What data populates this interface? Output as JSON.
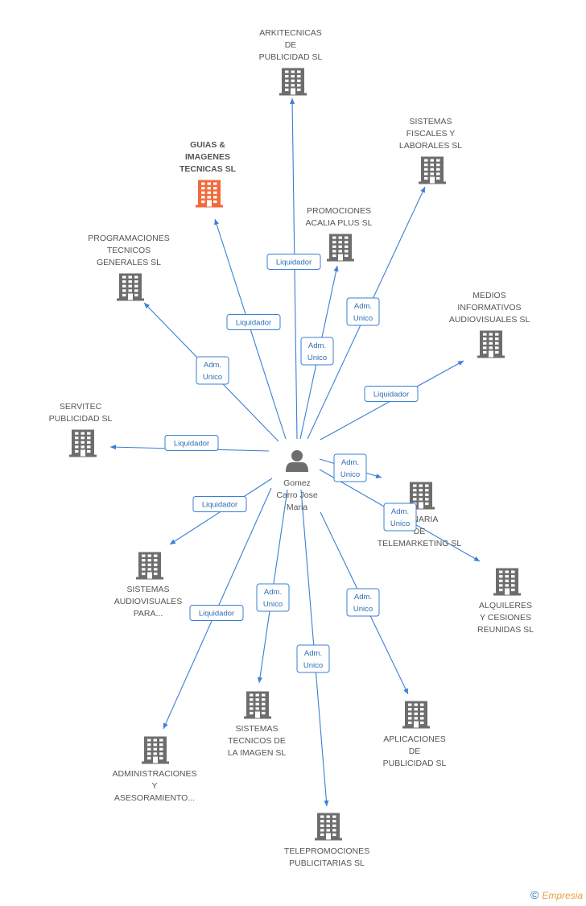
{
  "center": {
    "lines": [
      "Gomez",
      "Carro Jose",
      "Maria"
    ]
  },
  "colors": {
    "edge": "#3a7fd5",
    "building": "#6d6d6d",
    "highlight": "#f26a3a",
    "label": "#555555"
  },
  "companies": [
    {
      "id": "arkitecnicas",
      "lines": [
        "ARKITECNICAS",
        "DE",
        "PUBLICIDAD SL"
      ],
      "highlight": false
    },
    {
      "id": "sistemas-fiscales",
      "lines": [
        "SISTEMAS",
        "FISCALES Y",
        "LABORALES SL"
      ],
      "highlight": false
    },
    {
      "id": "guias-imagenes",
      "lines": [
        "GUIAS &",
        "IMAGENES",
        "TECNICAS SL"
      ],
      "highlight": true
    },
    {
      "id": "promociones-acalia",
      "lines": [
        "PROMOCIONES",
        "ACALIA PLUS SL"
      ],
      "highlight": false
    },
    {
      "id": "programaciones-tecnicos",
      "lines": [
        "PROGRAMACIONES",
        "TECNICOS",
        "GENERALES SL"
      ],
      "highlight": false
    },
    {
      "id": "medios-informativos",
      "lines": [
        "MEDIOS",
        "INFORMATIVOS",
        "AUDIOVISUALES SL"
      ],
      "highlight": false
    },
    {
      "id": "servitec",
      "lines": [
        "SERVITEC",
        "PUBLICIDAD SL"
      ],
      "highlight": false
    },
    {
      "id": "canaria-telemarketing",
      "lines": [
        "CANARIA",
        "DE",
        "TELEMARKETING SL"
      ],
      "highlight": false
    },
    {
      "id": "sistemas-audiovisuales",
      "lines": [
        "SISTEMAS",
        "AUDIOVISUALES",
        "PARA..."
      ],
      "highlight": false
    },
    {
      "id": "alquileres-cesiones",
      "lines": [
        "ALQUILERES",
        "Y CESIONES",
        "REUNIDAS SL"
      ],
      "highlight": false
    },
    {
      "id": "sistemas-tecnicos-imagen",
      "lines": [
        "SISTEMAS",
        "TECNICOS DE",
        "LA IMAGEN SL"
      ],
      "highlight": false
    },
    {
      "id": "aplicaciones-publicidad",
      "lines": [
        "APLICACIONES",
        "DE",
        "PUBLICIDAD SL"
      ],
      "highlight": false
    },
    {
      "id": "administraciones",
      "lines": [
        "ADMINISTRACIONES",
        "Y",
        "ASESORAMIENTO..."
      ],
      "highlight": false
    },
    {
      "id": "telepromociones",
      "lines": [
        "TELEPROMOCIONES",
        "PUBLICITARIAS SL"
      ],
      "highlight": false
    }
  ],
  "relations": [
    {
      "to": "arkitecnicas",
      "lines": [
        "Liquidador"
      ]
    },
    {
      "to": "sistemas-fiscales",
      "lines": [
        "Adm.",
        "Unico"
      ]
    },
    {
      "to": "guias-imagenes",
      "lines": [
        "Liquidador"
      ]
    },
    {
      "to": "promociones-acalia",
      "lines": [
        "Adm.",
        "Unico"
      ]
    },
    {
      "to": "programaciones-tecnicos",
      "lines": [
        "Adm.",
        "Unico"
      ]
    },
    {
      "to": "medios-informativos",
      "lines": [
        "Liquidador"
      ]
    },
    {
      "to": "servitec",
      "lines": [
        "Liquidador"
      ]
    },
    {
      "to": "canaria-telemarketing",
      "lines": [
        "Adm.",
        "Unico"
      ]
    },
    {
      "to": "alquileres-cesiones",
      "lines": [
        "Adm.",
        "Unico"
      ]
    },
    {
      "to": "sistemas-audiovisuales",
      "lines": [
        "Liquidador"
      ]
    },
    {
      "to": "administraciones",
      "lines": [
        "Liquidador"
      ]
    },
    {
      "to": "sistemas-tecnicos-imagen",
      "lines": [
        "Adm.",
        "Unico"
      ]
    },
    {
      "to": "telepromociones",
      "lines": [
        "Adm.",
        "Unico"
      ]
    },
    {
      "to": "aplicaciones-publicidad",
      "lines": [
        "Adm.",
        "Unico"
      ]
    }
  ],
  "watermark": {
    "symbol": "©",
    "brand": "Empresia"
  }
}
